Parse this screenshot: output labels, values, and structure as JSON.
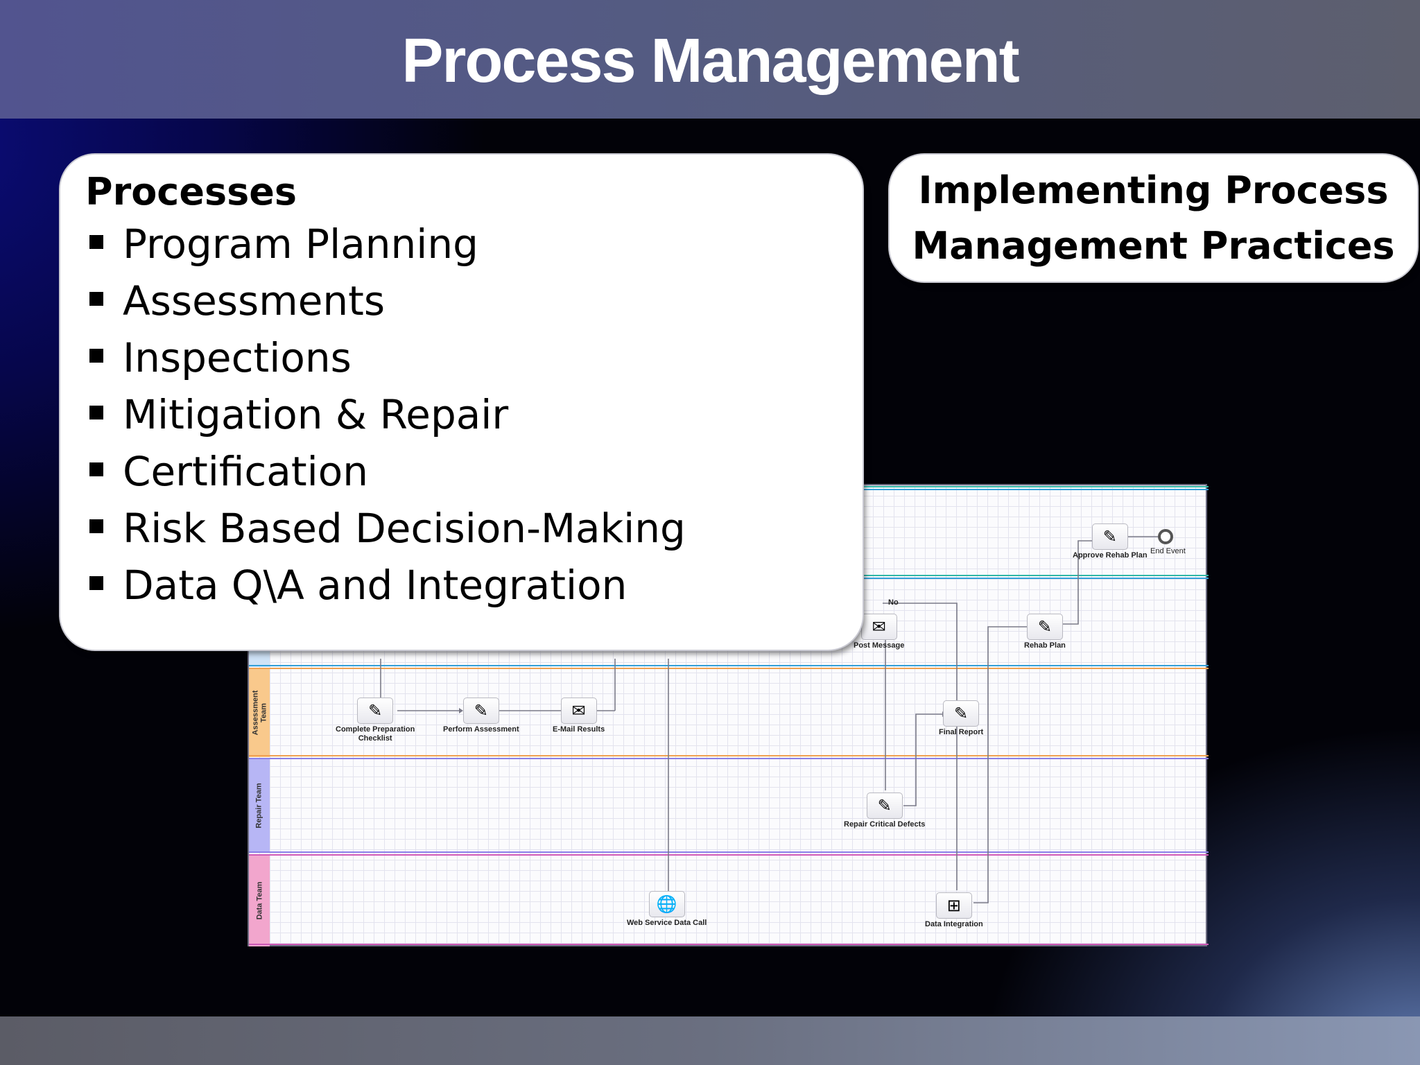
{
  "slide": {
    "title": "Process Management"
  },
  "processes_card": {
    "heading": "Processes",
    "items": [
      "Program Planning",
      "Assessments",
      "Inspections",
      "Mitigation & Repair",
      "Certification",
      "Risk Based Decision-Making",
      "Data Q\\A and Integration"
    ]
  },
  "practices_card": {
    "line1": "Implementing Process",
    "line2": "Management Practices"
  },
  "workflow_diagram": {
    "lanes": [
      {
        "label": "Assessment Team",
        "color": "#f9c98c"
      },
      {
        "label": "Repair Team",
        "color": "#b7b6f5"
      },
      {
        "label": "Data Team",
        "color": "#f2a6cd"
      }
    ],
    "tasks": {
      "approve_rehab_plan": "Approve Rehab Plan",
      "end_event": "End Event",
      "no_branch": "No",
      "post_message": "Post Message",
      "rehab_plan": "Rehab Plan",
      "complete_prep_line1": "Complete Preparation",
      "complete_prep_line2": "Checklist",
      "perform_assessment": "Perform Assessment",
      "email_results": "E-Mail Results",
      "final_report": "Final Report",
      "repair_critical_defects": "Repair Critical Defects",
      "web_service_data_call": "Web Service Data Call",
      "data_integration": "Data Integration"
    }
  }
}
